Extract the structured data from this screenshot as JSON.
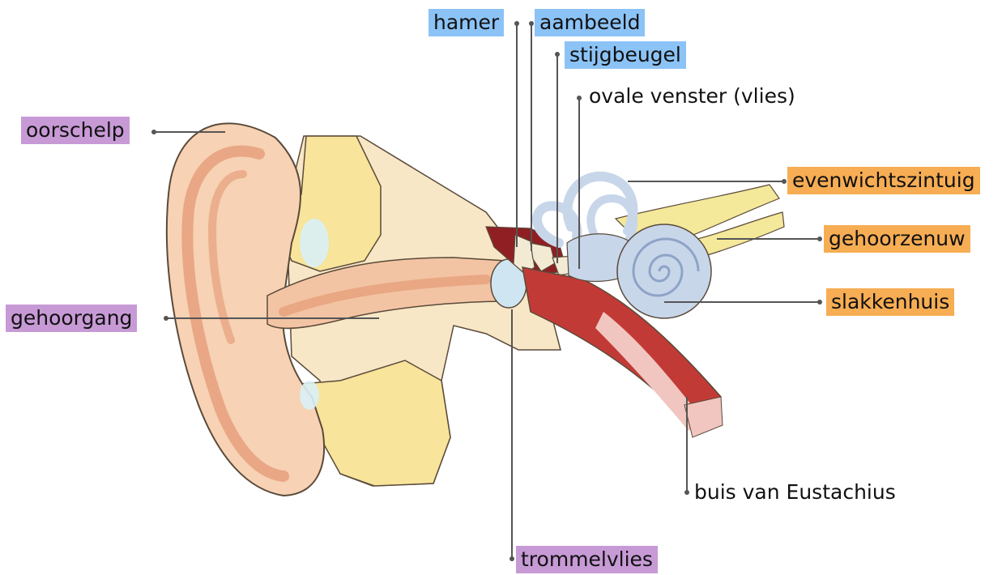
{
  "colors": {
    "outer": "#c79ad6",
    "middle": "#8cc3f6",
    "inner": "#f7ad53",
    "plain": "#ffffff",
    "skin": "#f7d2b4",
    "skin_dark": "#e6a07c",
    "cartilage": "#f8e49a",
    "bone": "#f3ead4",
    "membrane": "#cfe6f2",
    "cochlea": "#c8d6ea",
    "tube_red": "#c23a36",
    "tube_pink": "#f2c6c0",
    "nerve": "#f4e89a",
    "dark_red": "#8f1f23",
    "leader": "#555555"
  },
  "labels": {
    "hamer": "hamer",
    "aambeeld": "aambeeld",
    "stijgbeugel": "stijgbeugel",
    "ovale_venster": "ovale venster (vlies)",
    "oorschelp": "oorschelp",
    "evenwichtszintuig": "evenwichtszintuig",
    "gehoorzenuw": "gehoorzenuw",
    "gehoorgang": "gehoorgang",
    "slakkenhuis": "slakkenhuis",
    "buis_van_eustachius": "buis van Eustachius",
    "trommelvlies": "trommelvlies"
  }
}
